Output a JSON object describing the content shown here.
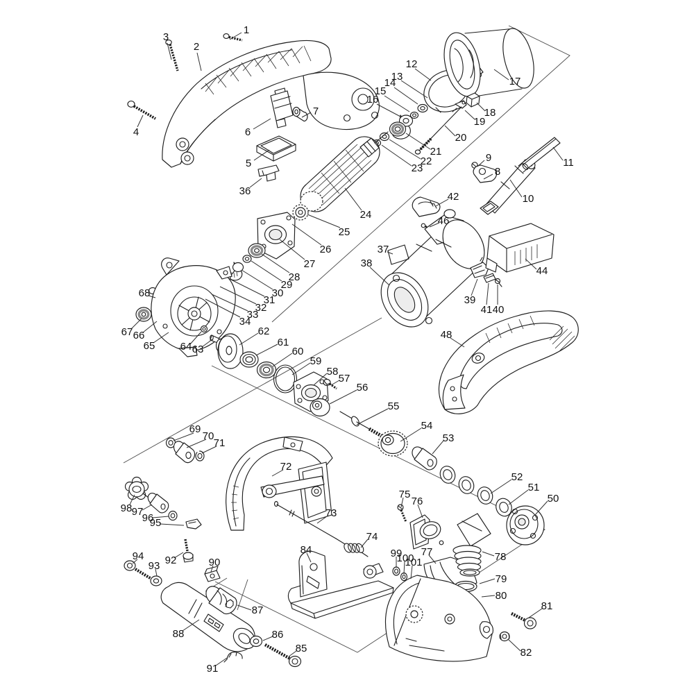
{
  "meta": {
    "description": "Exploded parts diagram of a handheld power cutter tool, black line art on white, numbered callouts",
    "background": "#ffffff",
    "line_color": "#1d1d1d",
    "label_color": "#101010",
    "label_font_size": 15
  },
  "labels": [
    [
      "1",
      355,
      44,
      348,
      47,
      331,
      57
    ],
    [
      "2",
      283,
      68,
      284,
      76,
      290,
      102
    ],
    [
      "3",
      239,
      54,
      241,
      62,
      247,
      86
    ],
    [
      "4",
      196,
      191,
      198,
      183,
      206,
      166
    ],
    [
      "5",
      358,
      236,
      366,
      231,
      388,
      216
    ],
    [
      "6",
      357,
      191,
      365,
      186,
      390,
      171
    ],
    [
      "7",
      455,
      161,
      448,
      162,
      435,
      169
    ],
    [
      "8",
      717,
      248,
      710,
      251,
      697,
      258
    ],
    [
      "9",
      704,
      228,
      698,
      231,
      688,
      240
    ],
    [
      "10",
      761,
      287,
      752,
      284,
      735,
      259
    ],
    [
      "11",
      819,
      235,
      811,
      231,
      797,
      212
    ],
    [
      "12",
      593,
      93,
      598,
      99,
      621,
      116
    ],
    [
      "13",
      572,
      111,
      578,
      116,
      616,
      141
    ],
    [
      "14",
      562,
      120,
      568,
      126,
      602,
      150
    ],
    [
      "15",
      548,
      132,
      554,
      138,
      590,
      161
    ],
    [
      "16",
      537,
      144,
      543,
      150,
      577,
      168
    ],
    [
      "17",
      742,
      118,
      733,
      115,
      712,
      100
    ],
    [
      "18",
      706,
      163,
      699,
      160,
      687,
      148
    ],
    [
      "19",
      691,
      176,
      684,
      172,
      670,
      159
    ],
    [
      "20",
      664,
      199,
      656,
      196,
      641,
      181
    ],
    [
      "21",
      628,
      219,
      620,
      215,
      585,
      192
    ],
    [
      "22",
      614,
      233,
      606,
      229,
      561,
      201
    ],
    [
      "23",
      601,
      243,
      593,
      239,
      550,
      209
    ],
    [
      "24",
      527,
      310,
      521,
      303,
      497,
      271
    ],
    [
      "25",
      496,
      335,
      490,
      328,
      443,
      309
    ],
    [
      "26",
      469,
      360,
      463,
      353,
      421,
      323
    ],
    [
      "27",
      446,
      381,
      439,
      374,
      403,
      345
    ],
    [
      "28",
      424,
      400,
      417,
      393,
      377,
      366
    ],
    [
      "29",
      413,
      411,
      406,
      405,
      362,
      376
    ],
    [
      "30",
      400,
      423,
      393,
      417,
      348,
      389
    ],
    [
      "31",
      388,
      433,
      381,
      427,
      331,
      402
    ],
    [
      "32",
      376,
      444,
      369,
      438,
      317,
      413
    ],
    [
      "33",
      364,
      454,
      357,
      448,
      305,
      424
    ],
    [
      "34",
      353,
      464,
      346,
      457,
      296,
      431
    ],
    [
      "36",
      353,
      276,
      360,
      270,
      377,
      257
    ],
    [
      "37",
      552,
      360,
      558,
      363,
      566,
      366
    ],
    [
      "38",
      528,
      380,
      533,
      385,
      561,
      411
    ],
    [
      "39",
      677,
      433,
      679,
      426,
      688,
      402
    ],
    [
      "40",
      718,
      447,
      717,
      439,
      717,
      410
    ],
    [
      "41",
      701,
      447,
      701,
      439,
      704,
      408
    ],
    [
      "42",
      653,
      284,
      646,
      287,
      628,
      297
    ],
    [
      "44",
      781,
      391,
      773,
      388,
      757,
      373
    ],
    [
      "46",
      639,
      319,
      633,
      321,
      619,
      327
    ],
    [
      "48",
      643,
      483,
      649,
      487,
      669,
      500
    ],
    [
      "50",
      797,
      719,
      789,
      722,
      771,
      742
    ],
    [
      "51",
      769,
      703,
      761,
      706,
      733,
      727
    ],
    [
      "52",
      745,
      688,
      737,
      691,
      707,
      711
    ],
    [
      "53",
      646,
      632,
      639,
      635,
      623,
      654
    ],
    [
      "54",
      615,
      614,
      607,
      617,
      577,
      636
    ],
    [
      "55",
      567,
      586,
      559,
      589,
      514,
      612
    ],
    [
      "56",
      522,
      559,
      514,
      562,
      475,
      582
    ],
    [
      "57",
      496,
      546,
      489,
      548,
      477,
      555
    ],
    [
      "58",
      479,
      536,
      471,
      538,
      452,
      555
    ],
    [
      "59",
      455,
      521,
      447,
      523,
      421,
      540
    ],
    [
      "60",
      429,
      507,
      421,
      509,
      393,
      528
    ],
    [
      "61",
      408,
      494,
      400,
      496,
      369,
      512
    ],
    [
      "62",
      380,
      478,
      372,
      480,
      345,
      497
    ],
    [
      "63",
      285,
      504,
      291,
      500,
      306,
      489
    ],
    [
      "64",
      268,
      500,
      274,
      496,
      290,
      478
    ],
    [
      "65",
      215,
      499,
      221,
      494,
      243,
      479
    ],
    [
      "66",
      200,
      484,
      206,
      479,
      226,
      463
    ],
    [
      "67",
      183,
      479,
      189,
      474,
      204,
      459
    ],
    [
      "68",
      208,
      423,
      214,
      426,
      224,
      429
    ],
    [
      "69",
      281,
      619,
      279,
      624,
      250,
      635
    ],
    [
      "70",
      300,
      629,
      297,
      633,
      269,
      645
    ],
    [
      "71",
      316,
      639,
      312,
      643,
      291,
      653
    ],
    [
      "72",
      412,
      673,
      408,
      677,
      392,
      686
    ],
    [
      "73",
      477,
      740,
      471,
      744,
      457,
      754
    ],
    [
      "74",
      536,
      774,
      530,
      777,
      520,
      789
    ],
    [
      "75",
      583,
      713,
      581,
      717,
      578,
      731
    ],
    [
      "76",
      601,
      723,
      602,
      727,
      609,
      746
    ],
    [
      "77",
      615,
      796,
      618,
      800,
      628,
      812
    ],
    [
      "78",
      721,
      803,
      712,
      801,
      695,
      795
    ],
    [
      "79",
      722,
      835,
      713,
      834,
      691,
      841
    ],
    [
      "80",
      722,
      859,
      713,
      858,
      694,
      860
    ],
    [
      "81",
      788,
      874,
      781,
      877,
      762,
      890
    ],
    [
      "82",
      758,
      941,
      750,
      938,
      732,
      921
    ],
    [
      "84",
      441,
      793,
      442,
      797,
      448,
      810
    ],
    [
      "85",
      434,
      935,
      427,
      938,
      416,
      946
    ],
    [
      "86",
      400,
      915,
      393,
      917,
      379,
      923
    ],
    [
      "87",
      371,
      880,
      362,
      879,
      342,
      872
    ],
    [
      "88",
      257,
      914,
      263,
      909,
      287,
      893
    ],
    [
      "90",
      309,
      811,
      307,
      815,
      304,
      824
    ],
    [
      "91",
      306,
      964,
      311,
      959,
      327,
      948
    ],
    [
      "92",
      246,
      808,
      251,
      804,
      264,
      796
    ],
    [
      "93",
      222,
      816,
      224,
      820,
      226,
      830
    ],
    [
      "94",
      199,
      802,
      198,
      806,
      191,
      812
    ],
    [
      "95",
      224,
      754,
      231,
      755,
      265,
      757
    ],
    [
      "96",
      213,
      747,
      220,
      746,
      243,
      744
    ],
    [
      "97",
      198,
      738,
      205,
      735,
      219,
      727
    ],
    [
      "98",
      182,
      733,
      187,
      727,
      194,
      713
    ],
    [
      "99",
      571,
      798,
      571,
      802,
      571,
      818
    ],
    [
      "100",
      584,
      805,
      583,
      809,
      582,
      827
    ],
    [
      "101",
      596,
      811,
      594,
      815,
      592,
      834
    ]
  ],
  "construction_lines": [
    [
      733,
      37,
      821,
      80,
      392,
      464
    ],
    [
      550,
      458,
      178,
      667
    ],
    [
      305,
      527,
      785,
      763,
      515,
      940,
      310,
      838
    ],
    [
      296,
      852,
      327,
      833
    ],
    [
      342,
      879,
      357,
      835
    ]
  ]
}
